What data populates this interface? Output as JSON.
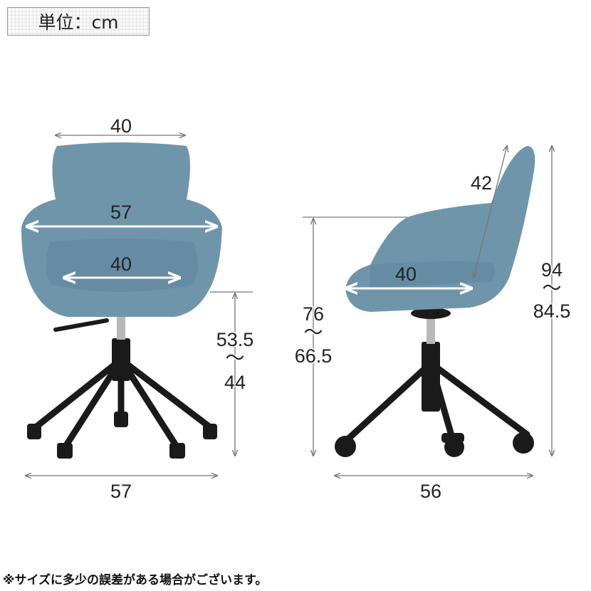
{
  "unit_label": "単位：cm",
  "note": "※サイズに多少の誤差がある場合がございます。",
  "colors": {
    "fabric": "#6f95ab",
    "fabric_dark": "#5a7f95",
    "metal": "#1a1a1a"
  },
  "front_view": {
    "back_width": "40",
    "arm_width": "57",
    "seat_width": "40",
    "seat_height_max": "53.5",
    "range_mark": "～",
    "seat_height_min": "44",
    "base_width": "57"
  },
  "side_view": {
    "back_height": "42",
    "seat_depth": "40",
    "arm_height_max": "76",
    "range_mark": "～",
    "arm_height_min": "66.5",
    "total_height_max": "94",
    "total_height_min": "84.5",
    "base_depth": "56"
  }
}
